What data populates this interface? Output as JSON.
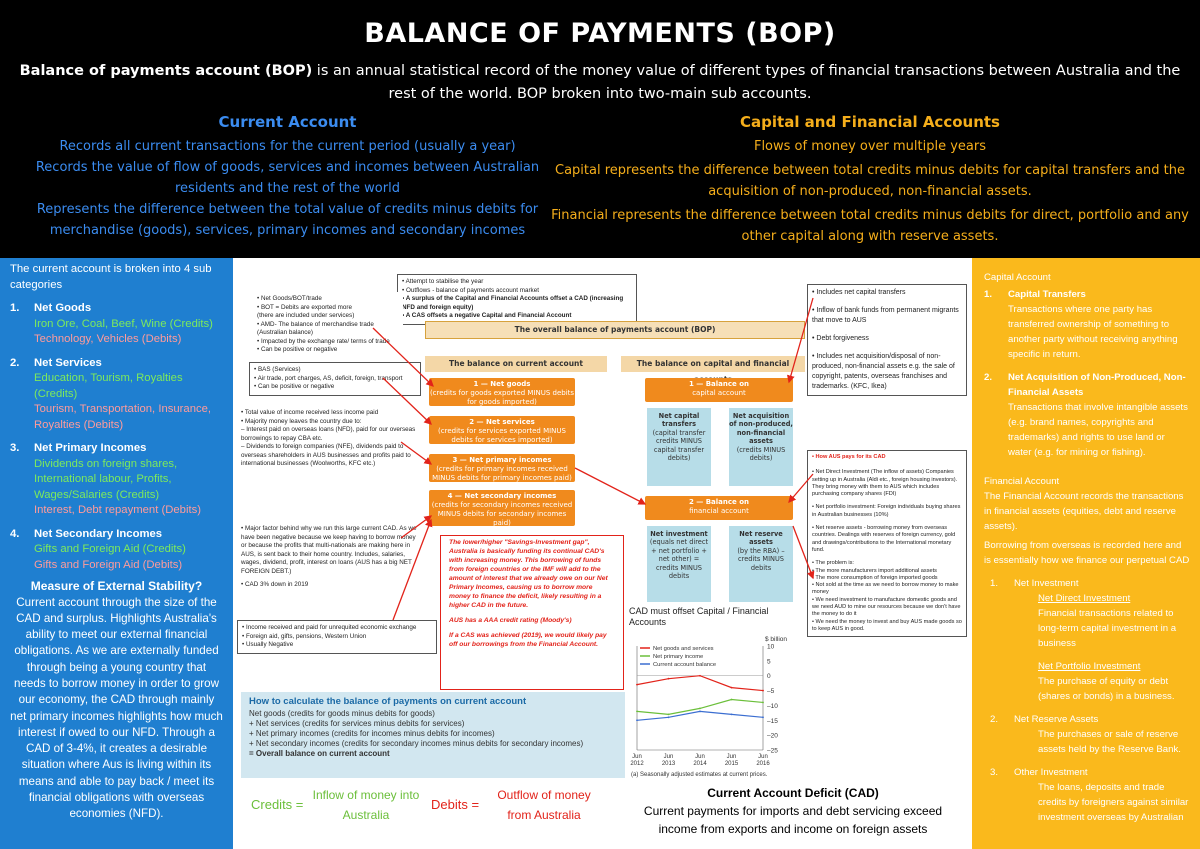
{
  "header": {
    "title": "BALANCE OF PAYMENTS (BOP)",
    "intro_bold": "Balance of payments account (BOP)",
    "intro_rest": " is an annual statistical record of the money value of different types of financial transactions between Australia and the rest of the world.  BOP broken into two-main sub accounts.",
    "current": {
      "title": "Current Account",
      "lines": [
        "Records all current transactions for the current period (usually a year)",
        "Records the value of flow of goods, services and incomes between Australian residents and the rest of the world",
        "Represents the difference between the total value of credits minus debits for merchandise (goods), services, primary incomes and secondary incomes"
      ]
    },
    "capital": {
      "title": "Capital and Financial Accounts",
      "lines": [
        "Flows of money over multiple years",
        "Capital represents the difference between total credits minus debits for capital transfers and the acquisition of non-produced, non-financial assets.",
        "Financial represents the difference between total credits minus debits for direct, portfolio and any other capital along with reserve assets."
      ]
    }
  },
  "left": {
    "intro": "The current account is broken into 4 sub categories",
    "items": [
      {
        "num": "1.",
        "title": "Net Goods",
        "credits": "Iron Ore, Coal, Beef, Wine (Credits)",
        "debits": "Technology, Vehicles (Debits)"
      },
      {
        "num": "2.",
        "title": "Net Services",
        "credits": "Education, Tourism, Royalties (Credits)",
        "debits": "Tourism, Transportation, Insurance, Royalties (Debits)"
      },
      {
        "num": "3.",
        "title": "Net Primary Incomes",
        "credits": "Dividends on foreign shares, International labour, Profits, Wages/Salaries (Credits)",
        "debits": "Interest, Debt repayment (Debits)"
      },
      {
        "num": "4.",
        "title": "Net Secondary Incomes",
        "credits": "Gifts and Foreign Aid (Credits)",
        "debits": "Gifts and Foreign Aid (Debits)"
      }
    ],
    "measure_title": "Measure of External Stability?",
    "measure_text": "Current account through the size of the CAD and surplus. Highlights Australia's ability to meet our external financial obligations.  As we are externally funded through being a young country that needs to borrow money in order to grow our economy, the CAD through mainly net primary incomes highlights how much interest if owed to our NFD. Through a CAD of 3-4%, it creates a desirable situation where Aus is living within its means and able to pay back / meet its financial obligations with overseas economies (NFD)."
  },
  "right": {
    "heading1": "Capital Account",
    "cap_items": [
      {
        "num": "1.",
        "title": "Capital Transfers",
        "text": "Transactions where one party has transferred ownership of something to another party without receiving anything specific in return."
      },
      {
        "num": "2.",
        "title": "Net Acquisition of Non-Produced, Non- Financial Assets",
        "text": "Transactions that involve intangible assets (e.g. brand names, copyrights and trademarks) and rights to use land or water (e.g. for mining or fishing)."
      }
    ],
    "heading2": "Financial Account",
    "fin_intro": "The Financial Account records the transactions in financial assets (equities, debt and reserve assets).",
    "fin_intro2": "Borrowing from overseas is recorded here and is essentially how we finance our perpetual CAD",
    "fin_items": [
      {
        "num": "1.",
        "title": "Net Investment",
        "subs": [
          {
            "title": "Net Direct Investment",
            "text": "Financial transactions related to long-term capital investment in a business"
          },
          {
            "title": "Net Portfolio Investment",
            "text": "The purchase of equity or debt (shares or bonds) in a business."
          }
        ]
      },
      {
        "num": "2.",
        "title": "Net Reserve Assets",
        "text": "The purchases or sale of reserve assets held by the Reserve Bank."
      },
      {
        "num": "3.",
        "title": "Other Investment",
        "text": "The loans, deposits and trade credits by foreigners against similar investment overseas by Australian"
      }
    ]
  },
  "diagram": {
    "title": "The overall balance of payments account (BOP)",
    "bar_current": "The balance on current account",
    "bar_capital": "The balance on capital and financial accounts",
    "cur_boxes": [
      {
        "title": "1 — Net goods",
        "sub": "(credits for goods exported MINUS debits for goods imported)"
      },
      {
        "title": "2 — Net services",
        "sub": "(credits for services exported MINUS debits for services imported)"
      },
      {
        "title": "3 — Net primary incomes",
        "sub": "(credits for primary incomes received MINUS debits for primary incomes paid)"
      },
      {
        "title": "4 — Net secondary incomes",
        "sub": "(credits for secondary incomes received MINUS debits for secondary incomes paid)"
      }
    ],
    "cap_box1": {
      "title": "1 — Balance on",
      "sub": "capital account"
    },
    "cap_sub1": [
      "Net capital transfers",
      "(capital transfer credits MINUS capital transfer debits)"
    ],
    "cap_sub2": [
      "Net acquisition of non-produced, non-financial assets",
      "(credits MINUS debits)"
    ],
    "fin_box": {
      "title": "2 — Balance on",
      "sub": "financial account"
    },
    "fin_sub1": [
      "Net investment",
      "(equals net direct + net portfolio + net other) = credits MINUS debits"
    ],
    "fin_sub2": [
      "Net reserve assets",
      "(by the RBA) – credits MINUS debits"
    ]
  },
  "notes": {
    "top_mid": [
      "• Attempt to stabilise the year",
      "• Outflows - balance of payments account market",
      "• A surplus of the Capital and Financial Accounts offset a CAD (increasing NFD and foreign equity)",
      "• A CAS offsets a negative Capital and Financial Account"
    ],
    "goods": [
      "• Net Goods/BOT/trade",
      "• BOT = Debits are exported more",
      "  (there are included under services)",
      "• AMD- The balance of merchandise trade",
      "  (Australian balance)",
      "• Impacted by the exchange rate/ terms of trade",
      "• Can be positive or negative"
    ],
    "services": [
      "• BAS (Services)",
      "• Air trade, port charges, AS, deficit, foreign, transport",
      "• Can be positive or negative"
    ],
    "primary": [
      "• Total value of income received less income paid",
      "• Majority money leaves the country due to:",
      "  – Interest paid on overseas loans (NFD), paid for our overseas borrowings to repay CBA etc.",
      "  – Dividends to foreign companies (NFE), dividends paid to overseas shareholders in AUS businesses and profits paid to international businesses (Woolworths, KFC etc.)"
    ],
    "secondary": [
      "• Major factor behind why we run this large current CAD. As we have been negative because we keep having to borrow money or because the profits that multi-nationals are making here in AUS, is sent back to their home country. Includes, salaries, wages, dividend, profit, interest on loans (AUS has a big NET FOREIGN DEBT.)"
    ],
    "cad": [
      "• CAD 3% down in 2019"
    ],
    "unrequited": [
      "• Income received and paid for unrequited economic exchange",
      "• Foreign aid, gifts, pensions, Western Union",
      "• Usually Negative"
    ],
    "cap_right": [
      "• Includes net capital transfers",
      "• Inflow of bank funds from permanent migrants that move to AUS",
      "• Debt forgiveness",
      "• Includes net acquisition/disposal of non-produced, non-financial assets e.g. the sale of copyright, patents, overseas franchises and trademarks. (KFC, Ikea)"
    ],
    "fin_right": [
      "• How AUS pays for its CAD",
      "• Net Direct Investment  (The inflow of assets) Companies setting up in Australia (Aldi etc., foreign housing investors). They bring money with them to AUS which includes purchasing company shares (FDI)",
      "• Net portfolio investment: Foreign individuals buying shares in Australian businesses (10%)",
      "• Net reserve assets - borrowing money from overseas countries. Dealings with reserves of foreign currency, gold and drawings/contributions to the International monetary fund.",
      "• The problem is:",
      "• The more manufacturers import additional assets",
      "• The more consumption of foreign imported goods",
      "• Not sold at the time as we need to borrow money to make money",
      "• We need investment to manufacture domestic goods and we need AUD to mine our resources because we don't have the money to do it",
      "• We need the money to invest and buy AUS made goods so to keep AUS in good."
    ],
    "red": [
      "The lower/higher \"Savings-Investment gap\", Australia is basically funding its continual CAD's with increasing money. This borrowing of funds from foreign countries or the IMF will add to the amount of interest that we already owe on our Net Primary Incomes, causing us to borrow more money to finance the deficit, likely resulting in a higher CAD in the future.",
      "AUS has a AAA credit rating (Moody's)",
      "If a CAS was achieved (2019), we would likely pay off our borrowings from the Financial Account."
    ]
  },
  "howto": {
    "title": "How to calculate the balance of payments on current account",
    "lines": [
      "Net goods (credits for goods minus debits for goods)",
      "+ Net services (credits for services minus debits for services)",
      "+ Net primary incomes (credits for incomes minus debits for incomes)",
      "+ Net secondary incomes (credits for secondary incomes minus debits for secondary incomes)",
      "= Overall balance on current account"
    ]
  },
  "credits_debits": {
    "credits_label": "Credits =",
    "credits_desc": "Inflow of money into Australia",
    "debits_label": "Debits =",
    "debits_desc": "Outflow of money from Australia"
  },
  "chart_data": {
    "type": "line",
    "title": "CAD must offset Capital / Financial Accounts",
    "ylabel": "$ billion",
    "x": [
      "Jun 2012",
      "Jun 2013",
      "Jun 2014",
      "Jun 2015",
      "Jun 2016"
    ],
    "ylim": [
      -25,
      10
    ],
    "series": [
      {
        "name": "Net goods and services",
        "color": "#e2231a",
        "values": [
          -3,
          -1,
          0,
          -4,
          -5
        ]
      },
      {
        "name": "Net primary income",
        "color": "#6bbf3a",
        "values": [
          -12,
          -13,
          -11,
          -8,
          -9
        ]
      },
      {
        "name": "Current account balance",
        "color": "#3b6ed1",
        "values": [
          -15,
          -14,
          -12,
          -13,
          -14
        ]
      }
    ],
    "legend": "top-left",
    "note": "(a) Seasonally adjusted estimates at current prices.",
    "tick_labels": [
      "10",
      "5",
      "0",
      "–5",
      "–10",
      "–15",
      "–20",
      "–25"
    ]
  },
  "cad_box": {
    "title": "Current Account Deficit (CAD)",
    "desc": "Current payments for imports and debt servicing exceed income from exports and income on foreign assets"
  },
  "colors": {
    "current_blue": "#3b8cf0",
    "capital_orange": "#f5ae1b",
    "left_panel": "#1f7fd0",
    "right_panel": "#fab91c",
    "credit_green": "#7dea5c",
    "debit_red": "#ff9b9b"
  }
}
